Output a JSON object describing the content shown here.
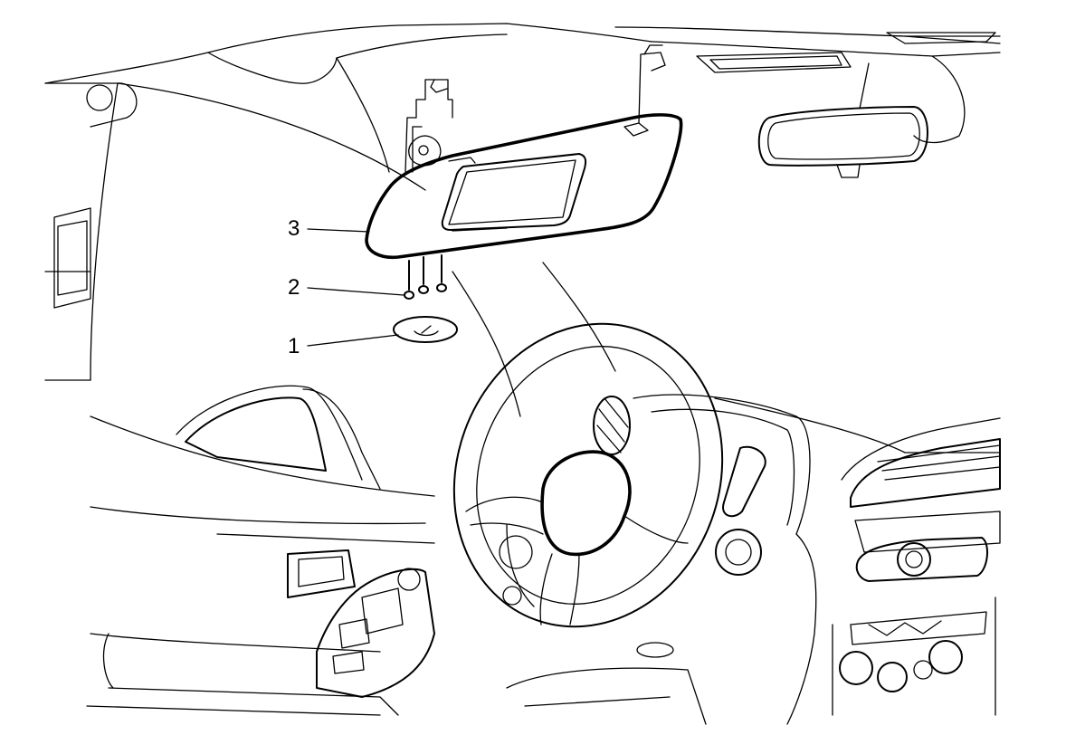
{
  "callouts": {
    "c1": "1",
    "c2": "2",
    "c3": "3"
  },
  "parts": [
    "sun-visor-screw-cover",
    "sun-visor-screws",
    "sun-visor"
  ]
}
